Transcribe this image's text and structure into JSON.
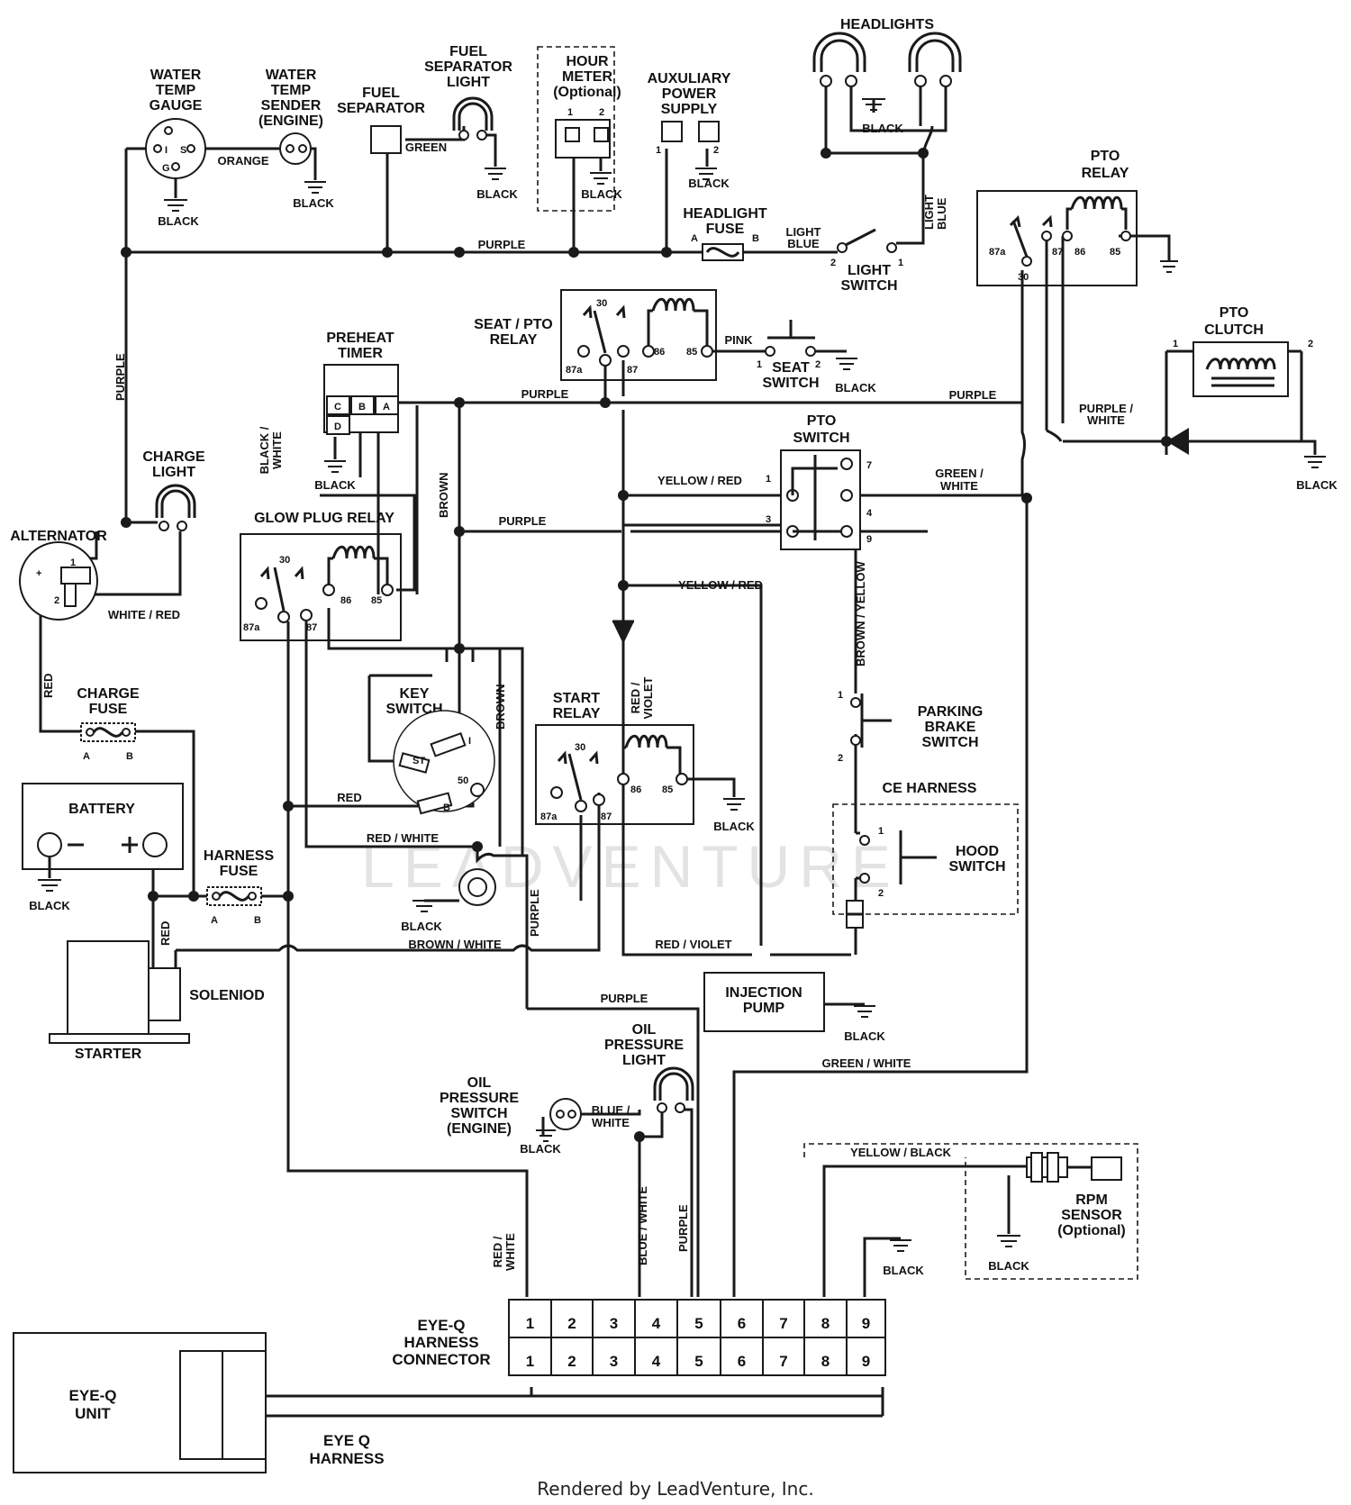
{
  "components": {
    "headlights": "HEADLIGHTS",
    "water_temp_gauge": [
      "WATER",
      "TEMP",
      "GAUGE"
    ],
    "water_temp_sender": [
      "WATER",
      "TEMP",
      "SENDER",
      "(ENGINE)"
    ],
    "fuel_separator": [
      "FUEL",
      "SEPARATOR"
    ],
    "fuel_separator_light": [
      "FUEL",
      "SEPARATOR",
      "LIGHT"
    ],
    "hour_meter": [
      "HOUR",
      "METER",
      "(Optional)"
    ],
    "auxiliary_power": [
      "AUXULIARY",
      "POWER",
      "SUPPLY"
    ],
    "headlight_fuse": [
      "HEADLIGHT",
      "FUSE"
    ],
    "light_switch": [
      "LIGHT",
      "SWITCH"
    ],
    "pto_relay": [
      "PTO",
      "RELAY"
    ],
    "pto_clutch": [
      "PTO",
      "CLUTCH"
    ],
    "seat_pto_relay": [
      "SEAT / PTO",
      "RELAY"
    ],
    "seat_switch": [
      "SEAT",
      "SWITCH"
    ],
    "preheat_timer": [
      "PREHEAT",
      "TIMER"
    ],
    "charge_light": [
      "CHARGE",
      "LIGHT"
    ],
    "pto_switch": [
      "PTO",
      "SWITCH"
    ],
    "alternator": "ALTERNATOR",
    "glow_plug_relay": "GLOW PLUG RELAY",
    "key_switch": [
      "KEY",
      "SWITCH"
    ],
    "start_relay": [
      "START",
      "RELAY"
    ],
    "parking_brake_switch": [
      "PARKING",
      "BRAKE",
      "SWITCH"
    ],
    "ce_harness": "CE HARNESS",
    "hood_switch": [
      "HOOD",
      "SWITCH"
    ],
    "charge_fuse": [
      "CHARGE",
      "FUSE"
    ],
    "battery": "BATTERY",
    "harness_fuse": [
      "HARNESS",
      "FUSE"
    ],
    "solenoid": "SOLENIOD",
    "starter": "STARTER",
    "injection_pump": [
      "INJECTION",
      "PUMP"
    ],
    "oil_pressure_light": [
      "OIL",
      "PRESSURE",
      "LIGHT"
    ],
    "oil_pressure_switch": [
      "OIL",
      "PRESSURE",
      "SWITCH",
      "(ENGINE)"
    ],
    "rpm_sensor": [
      "RPM",
      "SENSOR",
      "(Optional)"
    ],
    "eyeq_connector": [
      "EYE-Q",
      "HARNESS",
      "CONNECTOR"
    ],
    "eyeq_unit": [
      "EYE-Q",
      "UNIT"
    ],
    "eyeq_harness": [
      "EYE Q",
      "HARNESS"
    ]
  },
  "wires": {
    "black": "BLACK",
    "purple": "PURPLE",
    "orange": "ORANGE",
    "green": "GREEN",
    "pink": "PINK",
    "light_blue": [
      "LIGHT",
      "BLUE"
    ],
    "black_white": [
      "BLACK /",
      "WHITE"
    ],
    "brown": "BROWN",
    "yellow_red": "YELLOW / RED",
    "green_white": [
      "GREEN /",
      "WHITE"
    ],
    "green_white_line": "GREEN / WHITE",
    "purple_white": [
      "PURPLE /",
      "WHITE"
    ],
    "white_red": "WHITE / RED",
    "red": "RED",
    "red_white": "RED / WHITE",
    "red_violet": "RED / VIOLET",
    "red_violet_v": [
      "RED /",
      "VIOLET"
    ],
    "brown_yellow": "BROWN / YELLOW",
    "brown_white": "BROWN / WHITE",
    "blue_white": [
      "BLUE /",
      "WHITE"
    ],
    "blue_white_v": "BLUE / WHITE",
    "yellow_black": "YELLOW / BLACK",
    "red_white_v": [
      "RED /",
      "WHITE"
    ]
  },
  "pins": {
    "relay": [
      "87a",
      "30",
      "87",
      "86",
      "85"
    ],
    "timer": [
      "C",
      "B",
      "A",
      "D"
    ],
    "gauge": [
      "I",
      "S",
      "G"
    ],
    "fuse": [
      "A",
      "B"
    ],
    "num": [
      "1",
      "2",
      "3",
      "4",
      "5",
      "6",
      "7",
      "8",
      "9"
    ],
    "key": [
      "I",
      "ST",
      "B",
      "50"
    ]
  },
  "connector_pins": [
    "1",
    "2",
    "3",
    "4",
    "5",
    "6",
    "7",
    "8",
    "9"
  ],
  "footer": "Rendered by LeadVenture, Inc.",
  "watermark": "LEADVENTURE"
}
